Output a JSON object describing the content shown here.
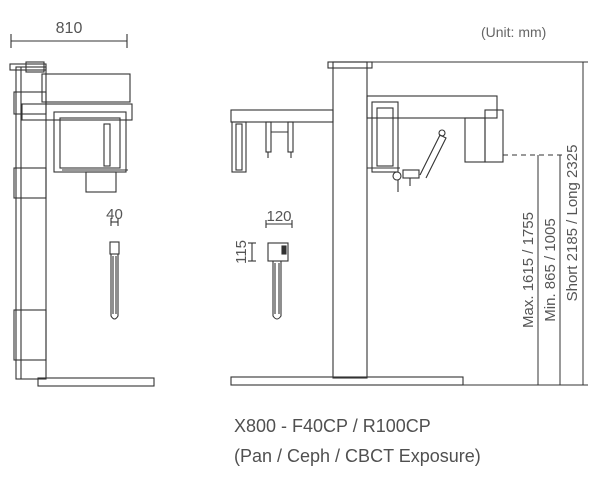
{
  "unit_label": "(Unit: mm)",
  "front_view": {
    "width_dim": "810",
    "handle_width_dim": "40"
  },
  "side_view": {
    "handle_width_dim": "120",
    "handle_height_dim": "115"
  },
  "height_dims": {
    "max": "Max. 1615 / 1755",
    "min": "Min. 865 / 1005",
    "total": "Short 2185 / Long 2325"
  },
  "caption": {
    "model": "X800 - F40CP / R100CP",
    "modes": "(Pan / Ceph / CBCT Exposure)"
  }
}
